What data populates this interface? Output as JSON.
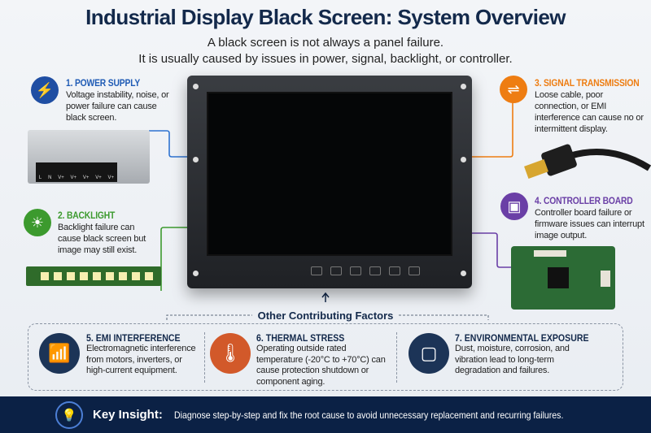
{
  "title": "Industrial Display Black Screen: System Overview",
  "subtitle_lines": [
    "A black screen is not always a panel failure.",
    "It is usually caused by issues in power, signal, backlight, or controller."
  ],
  "causes": [
    {
      "title": "1. POWER SUPPLY",
      "text": "Voltage instability, noise, or power failure can cause black screen.",
      "icon": "lightning-icon",
      "color": "#1f5bb5"
    },
    {
      "title": "2. BACKLIGHT",
      "text": "Backlight failure can cause black screen but image may still exist.",
      "icon": "sun-icon",
      "color": "#3c9a2e"
    },
    {
      "title": "3. SIGNAL TRANSMISSION",
      "text": "Loose cable, poor connection, or EMI interference can cause no or intermittent display.",
      "icon": "cable-icon",
      "color": "#ee7d12"
    },
    {
      "title": "4. CONTROLLER BOARD",
      "text": "Controller board failure or firmware issues can interrupt image output.",
      "icon": "chip-icon",
      "color": "#6a3fa6"
    }
  ],
  "terminal_labels": [
    "L",
    "N",
    "V+",
    "V+",
    "V+",
    "V+",
    "V+"
  ],
  "factors_title": "Other Contributing Factors",
  "factors": [
    {
      "title": "5. EMI INTERFERENCE",
      "text": "Electromagnetic interference from motors, inverters, or high-current equipment.",
      "icon": "antenna-icon",
      "color": "#1c3457"
    },
    {
      "title": "6. THERMAL STRESS",
      "text": "Operating outside rated temperature (-20°C to +70°C) can cause protection shutdown or component aging.",
      "icon": "thermometer-icon",
      "color": "#d2592a"
    },
    {
      "title": "7. ENVIRONMENTAL EXPOSURE",
      "text": "Dust, moisture, corrosion, and vibration lead to long-term degradation and failures.",
      "icon": "vibration-icon",
      "color": "#1c3457"
    }
  ],
  "insight": {
    "label": "Key Insight:",
    "text": "Diagnose step-by-step and fix the root cause to avoid unnecessary replacement and recurring failures.",
    "icon": "lightbulb-icon"
  }
}
